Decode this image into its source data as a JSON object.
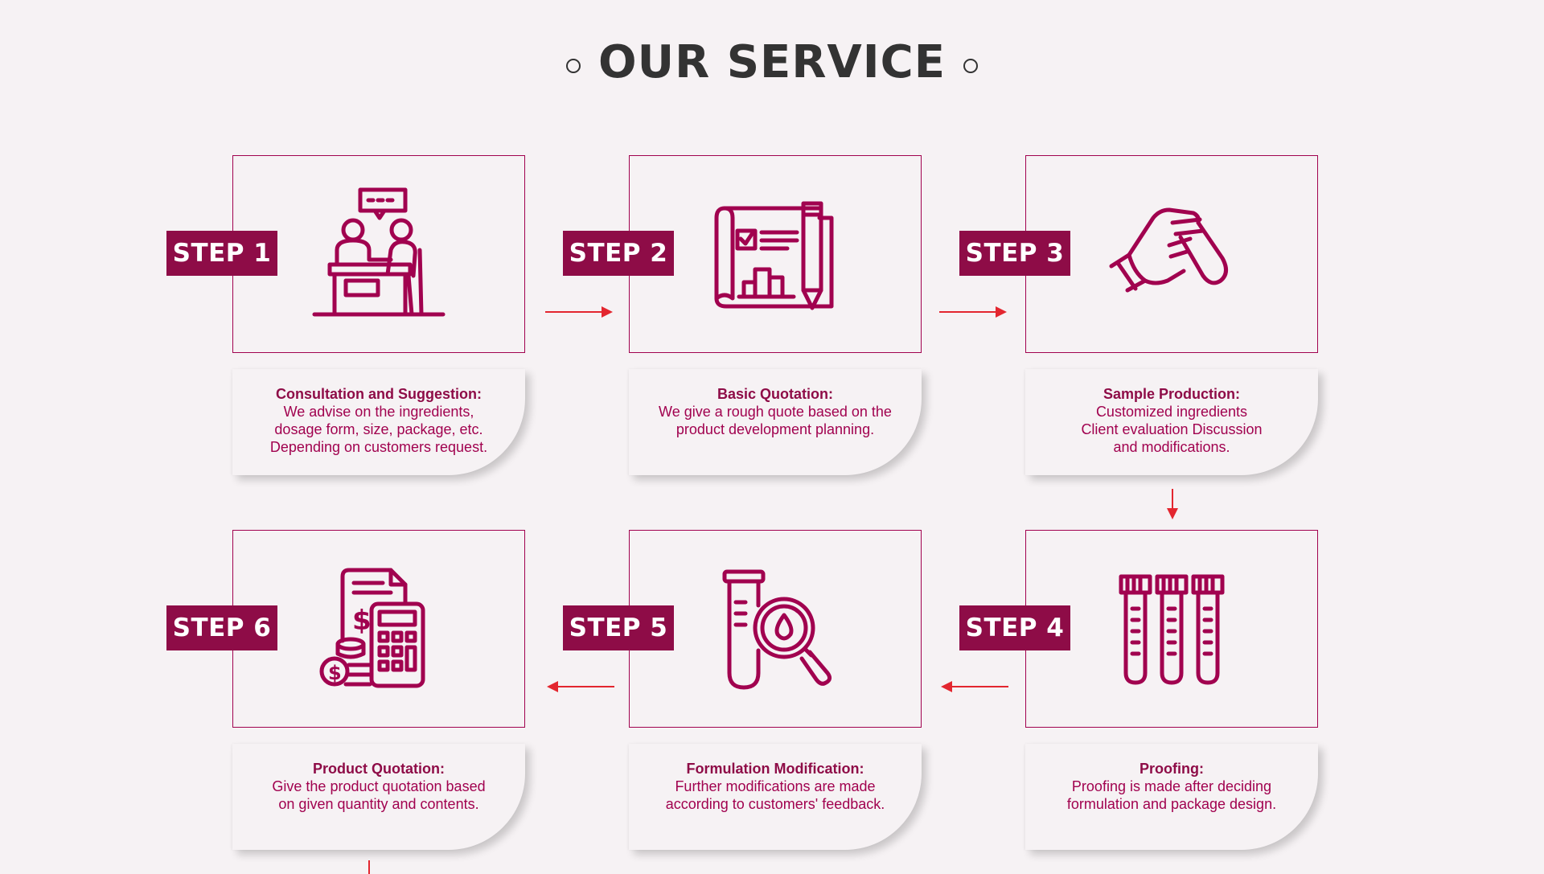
{
  "header": {
    "title": "OUR SERVICE"
  },
  "colors": {
    "accent": "#8e0c47",
    "line": "#a1024f",
    "arrow": "#e3262f",
    "background": "#f6f2f4"
  },
  "steps": [
    {
      "badge": "STEP 1",
      "icon": "consultation-icon",
      "title": "Consultation and Suggestion:",
      "lines": [
        "We advise on the ingredients,",
        "dosage form, size, package, etc.",
        "Depending on customers request."
      ]
    },
    {
      "badge": "STEP 2",
      "icon": "blueprint-icon",
      "title": "Basic Quotation:",
      "lines": [
        "We give a rough quote based on the",
        "product development planning.",
        ""
      ]
    },
    {
      "badge": "STEP 3",
      "icon": "hand-test-tube-icon",
      "title": "Sample Production:",
      "lines": [
        "Customized ingredients",
        "Client evaluation Discussion",
        "and modifications."
      ]
    },
    {
      "badge": "STEP 4",
      "icon": "test-tubes-icon",
      "title": "Proofing:",
      "lines": [
        "Proofing is made after deciding",
        "formulation and package design.",
        ""
      ]
    },
    {
      "badge": "STEP 5",
      "icon": "test-tube-magnifier-icon",
      "title": "Formulation Modification:",
      "lines": [
        "Further modifications are made",
        "according to customers' feedback.",
        ""
      ]
    },
    {
      "badge": "STEP 6",
      "icon": "calculator-invoice-icon",
      "title": "Product Quotation:",
      "lines": [
        "Give the product quotation based",
        "on given quantity and contents.",
        ""
      ]
    }
  ]
}
